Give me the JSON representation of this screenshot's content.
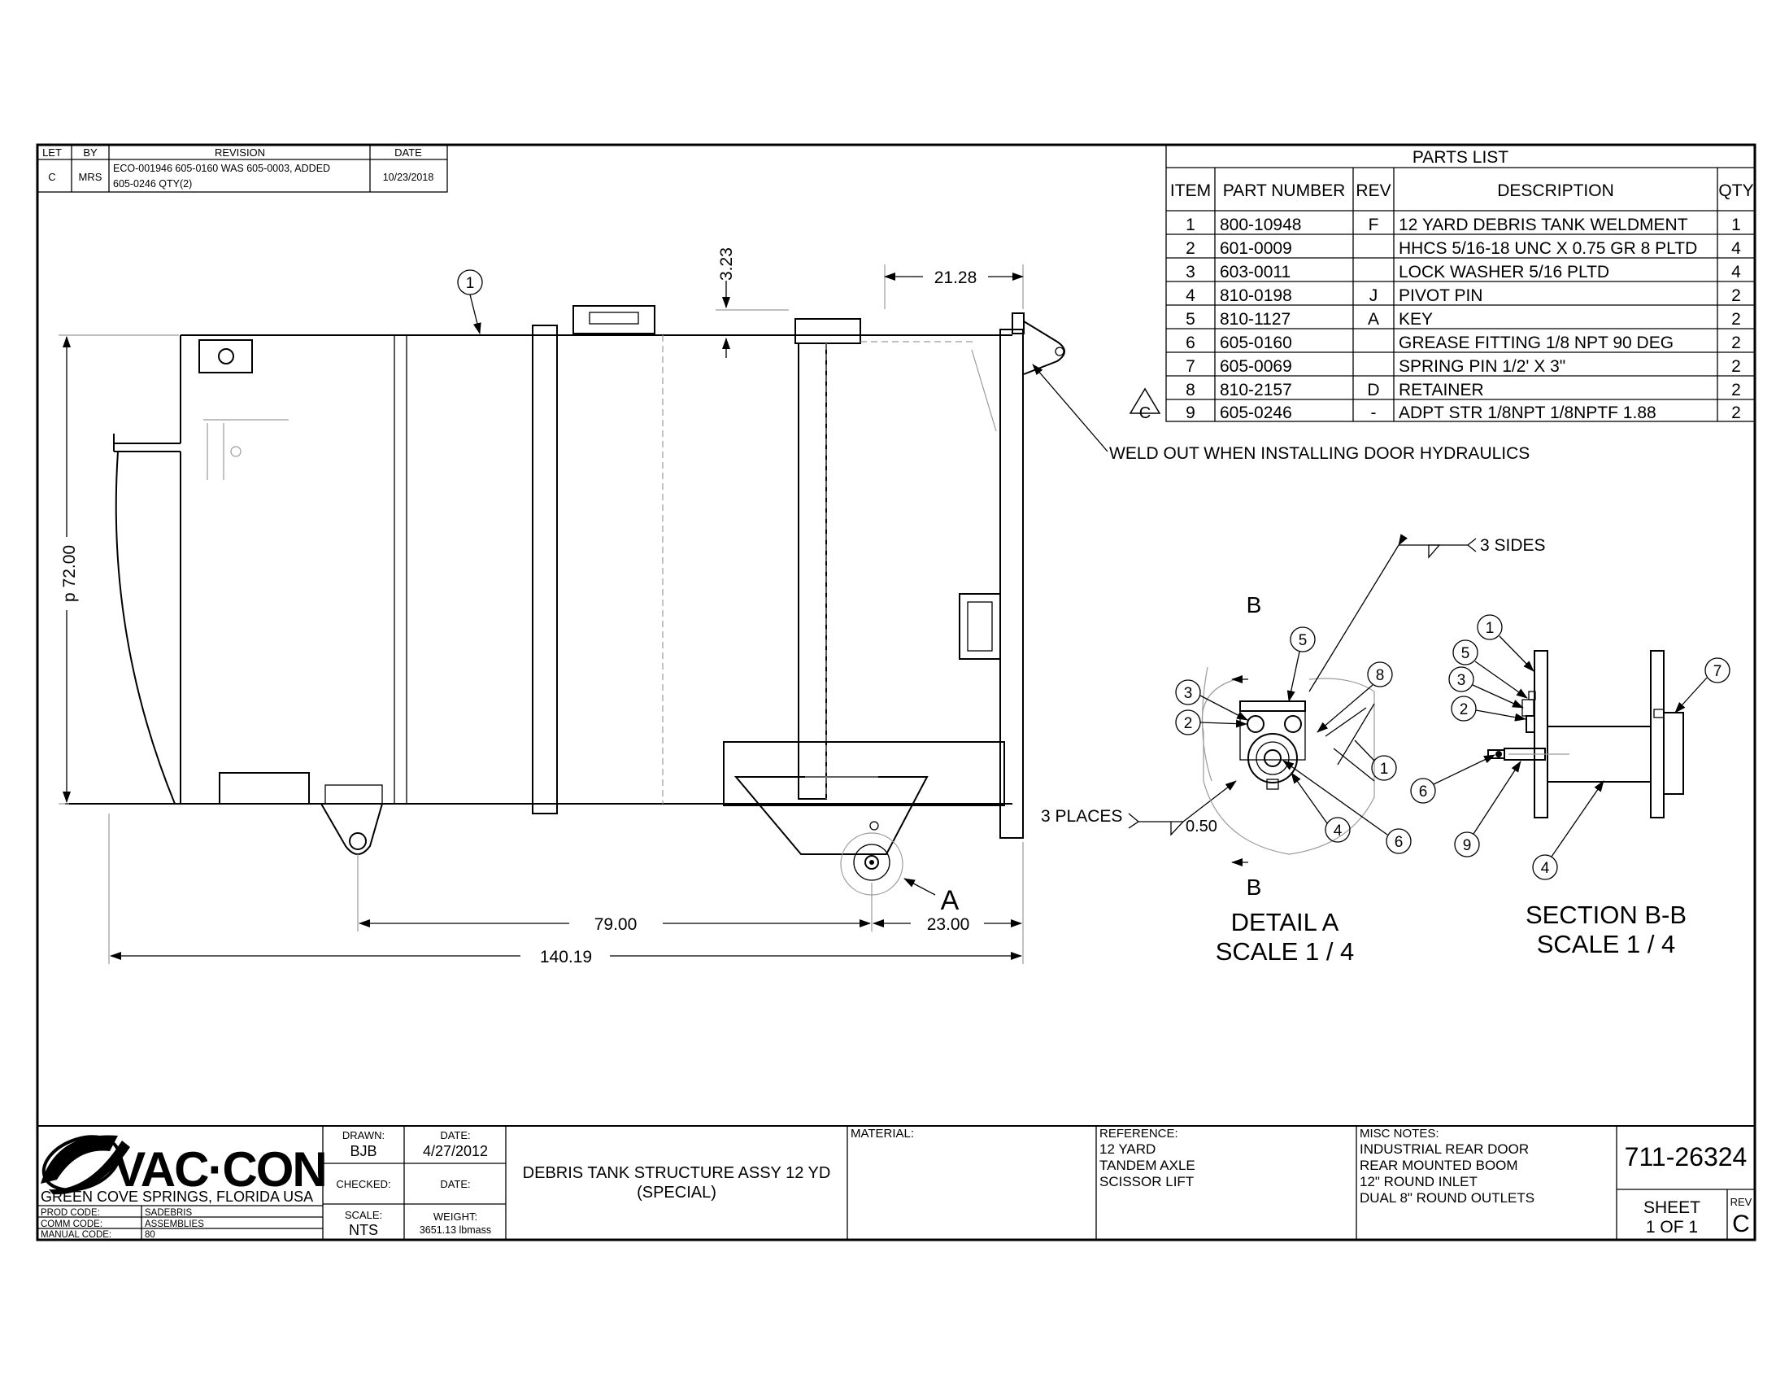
{
  "revision_block": {
    "headers": [
      "LET",
      "BY",
      "REVISION",
      "DATE"
    ],
    "rows": [
      {
        "let": "C",
        "by": "MRS",
        "revision_line1": "ECO-001946 605-0160 WAS 605-0003, ADDED",
        "revision_line2": "605-0246 QTY(2)",
        "date": "10/23/2018"
      }
    ]
  },
  "parts_list": {
    "title": "PARTS LIST",
    "headers": [
      "ITEM",
      "PART NUMBER",
      "REV",
      "DESCRIPTION",
      "QTY"
    ],
    "rows": [
      {
        "item": "1",
        "part": "800-10948",
        "rev": "F",
        "desc": "12 YARD DEBRIS TANK WELDMENT",
        "qty": "1"
      },
      {
        "item": "2",
        "part": "601-0009",
        "rev": "",
        "desc": "HHCS 5/16-18 UNC X 0.75 GR 8 PLTD",
        "qty": "4"
      },
      {
        "item": "3",
        "part": "603-0011",
        "rev": "",
        "desc": "LOCK WASHER 5/16 PLTD",
        "qty": "4"
      },
      {
        "item": "4",
        "part": "810-0198",
        "rev": "J",
        "desc": "PIVOT PIN",
        "qty": "2"
      },
      {
        "item": "5",
        "part": "810-1127",
        "rev": "A",
        "desc": "KEY",
        "qty": "2"
      },
      {
        "item": "6",
        "part": "605-0160",
        "rev": "",
        "desc": "GREASE FITTING 1/8 NPT 90 DEG",
        "qty": "2"
      },
      {
        "item": "7",
        "part": "605-0069",
        "rev": "",
        "desc": "SPRING PIN 1/2' X 3\"",
        "qty": "2"
      },
      {
        "item": "8",
        "part": "810-2157",
        "rev": "D",
        "desc": "RETAINER",
        "qty": "2"
      },
      {
        "item": "9",
        "part": "605-0246",
        "rev": "-",
        "desc": "ADPT STR 1/8NPT 1/8NPTF 1.88",
        "qty": "2"
      }
    ],
    "rev_flag": "C"
  },
  "main_view": {
    "balloon": "1",
    "dim_top": "3.23",
    "dim_top_right": "21.28",
    "dim_height": "p 72.00",
    "dim_79": "79.00",
    "dim_23": "23.00",
    "dim_total": "140.19",
    "weld_note": "WELD OUT WHEN INSTALLING DOOR HYDRAULICS",
    "three_places": "3 PLACES",
    "weld_size": "0.50",
    "detail_callout": "A"
  },
  "detail_a": {
    "section_letter_top": "B",
    "section_letter_bottom": "B",
    "three_sides": "3 SIDES",
    "title": "DETAIL  A",
    "scale": "SCALE 1 / 4",
    "balloons": [
      "5",
      "8",
      "3",
      "2",
      "1",
      "4",
      "6"
    ]
  },
  "section_bb": {
    "title": "SECTION B-B",
    "scale": "SCALE 1 / 4",
    "balloons": [
      "1",
      "5",
      "3",
      "2",
      "7",
      "6",
      "9",
      "4"
    ]
  },
  "title_block": {
    "company": "VAC·CON",
    "location": "GREEN COVE SPRINGS, FLORIDA USA",
    "prod_code_label": "PROD CODE:",
    "prod_code": "SADEBRIS",
    "comm_code_label": "COMM CODE:",
    "comm_code": "ASSEMBLIES",
    "manual_code_label": "MANUAL CODE:",
    "manual_code": "80",
    "drawn_label": "DRAWN:",
    "drawn": "BJB",
    "date_label": "DATE:",
    "date": "4/27/2012",
    "checked_label": "CHECKED:",
    "checked_date_label": "DATE:",
    "scale_label": "SCALE:",
    "scale": "NTS",
    "weight_label": "WEIGHT:",
    "weight": "3651.13 lbmass",
    "title_line1": "DEBRIS TANK STRUCTURE ASSY 12 YD",
    "title_line2": "(SPECIAL)",
    "material_label": "MATERIAL:",
    "reference_label": "REFERENCE:",
    "reference_lines": [
      "12 YARD",
      "TANDEM AXLE",
      "SCISSOR LIFT"
    ],
    "misc_label": "MISC NOTES:",
    "misc_lines": [
      "INDUSTRIAL REAR DOOR",
      "REAR MOUNTED BOOM",
      "12\" ROUND INLET",
      "DUAL 8\" ROUND OUTLETS"
    ],
    "drawing_number": "711-26324",
    "sheet_label": "SHEET",
    "sheet": "1  OF 1",
    "rev_label": "REV",
    "rev": "C"
  }
}
